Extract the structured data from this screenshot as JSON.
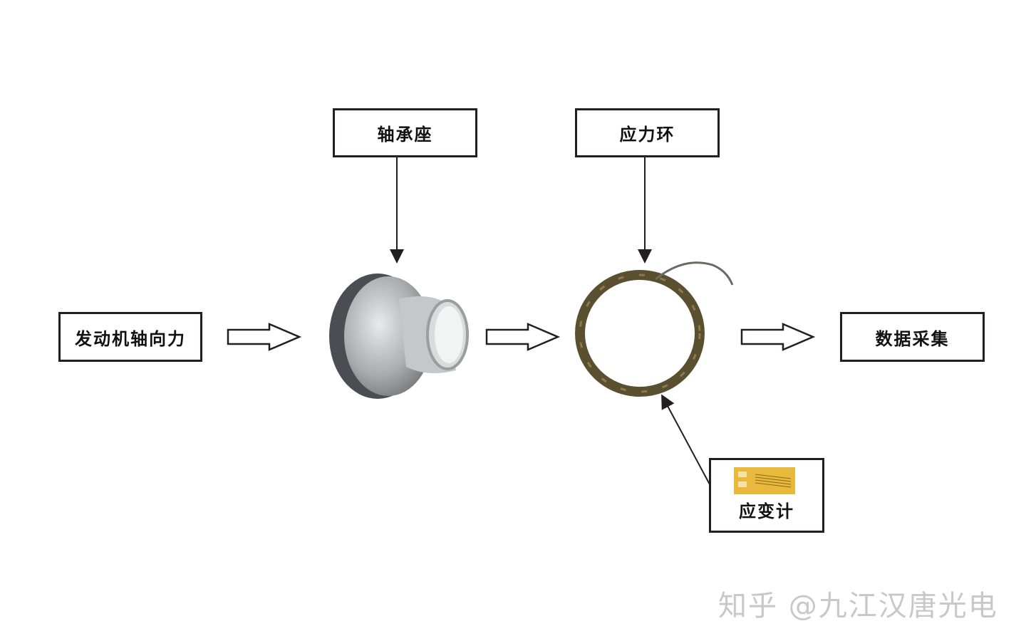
{
  "boxes": {
    "input_force": "发动机轴向力",
    "bearing_seat": "轴承座",
    "stress_ring": "应力环",
    "data_acquisition": "数据采集",
    "strain_gauge": "应变计"
  },
  "watermark": "知乎 @九江汉唐光电",
  "colors": {
    "line": "#231f20",
    "gauge": "#e8b93a",
    "ring": "#5a5030",
    "metal": "#b8bcbe"
  }
}
